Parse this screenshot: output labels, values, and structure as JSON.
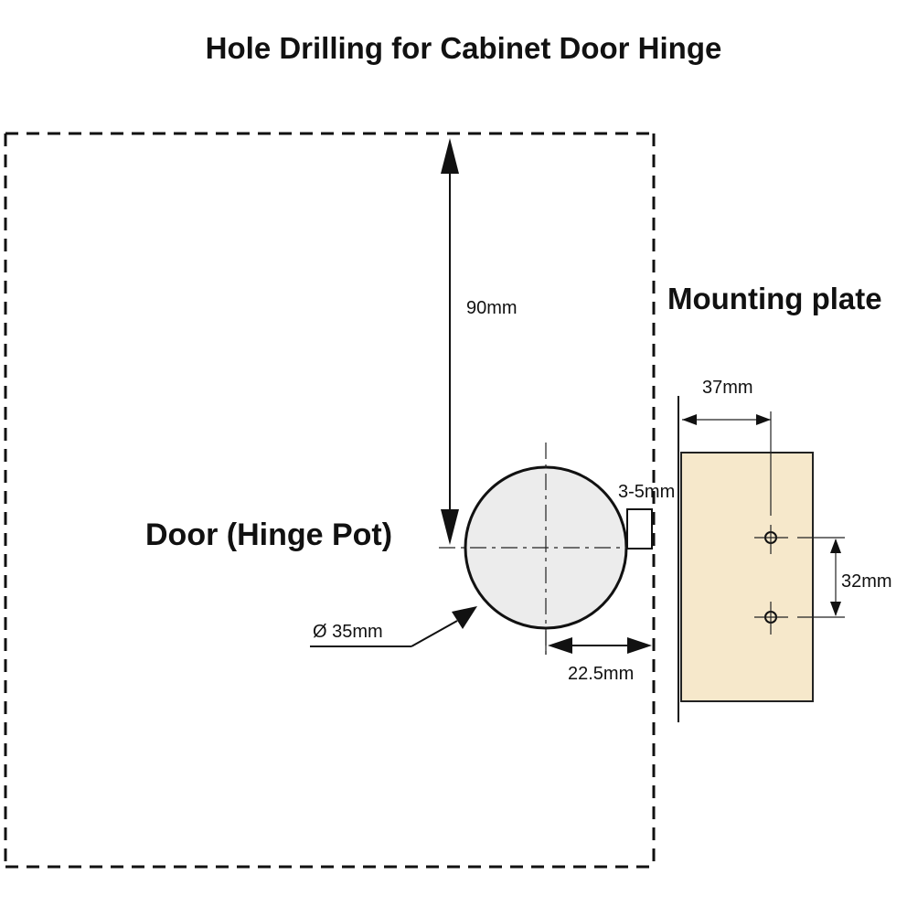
{
  "title": "Hole Drilling for Cabinet Door Hinge",
  "labels": {
    "door": "Door (Hinge Pot)",
    "mounting_plate": "Mounting plate"
  },
  "dimensions": {
    "top_distance": "90mm",
    "cup_diameter": "Ø 35mm",
    "edge_gap": "3-5mm",
    "cup_center_offset": "22.5mm",
    "plate_depth": "37mm",
    "hole_spacing": "32mm"
  },
  "colors": {
    "plate_fill": "#f6e8cb",
    "cup_fill": "#ececec",
    "line": "#111111"
  }
}
